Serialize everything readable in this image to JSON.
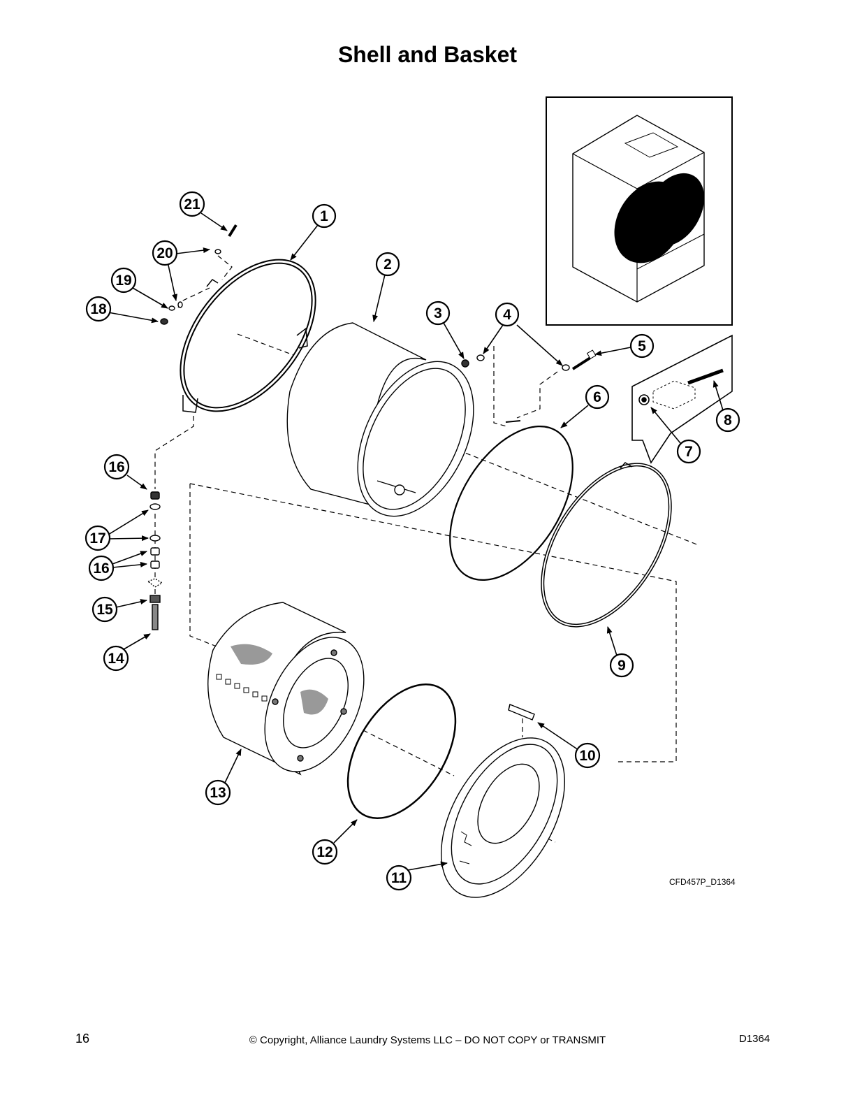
{
  "title": "Shell and Basket",
  "diagram_code": "CFD457P_D1364",
  "callouts": [
    "1",
    "2",
    "3",
    "4",
    "5",
    "6",
    "7",
    "8",
    "9",
    "10",
    "11",
    "12",
    "13",
    "14",
    "15",
    "16",
    "16",
    "17",
    "18",
    "19",
    "20",
    "21"
  ],
  "footer": {
    "page_number": "16",
    "copyright": "© Copyright, Alliance Laundry Systems LLC – DO NOT COPY or TRANSMIT",
    "doc_id": "D1364"
  }
}
